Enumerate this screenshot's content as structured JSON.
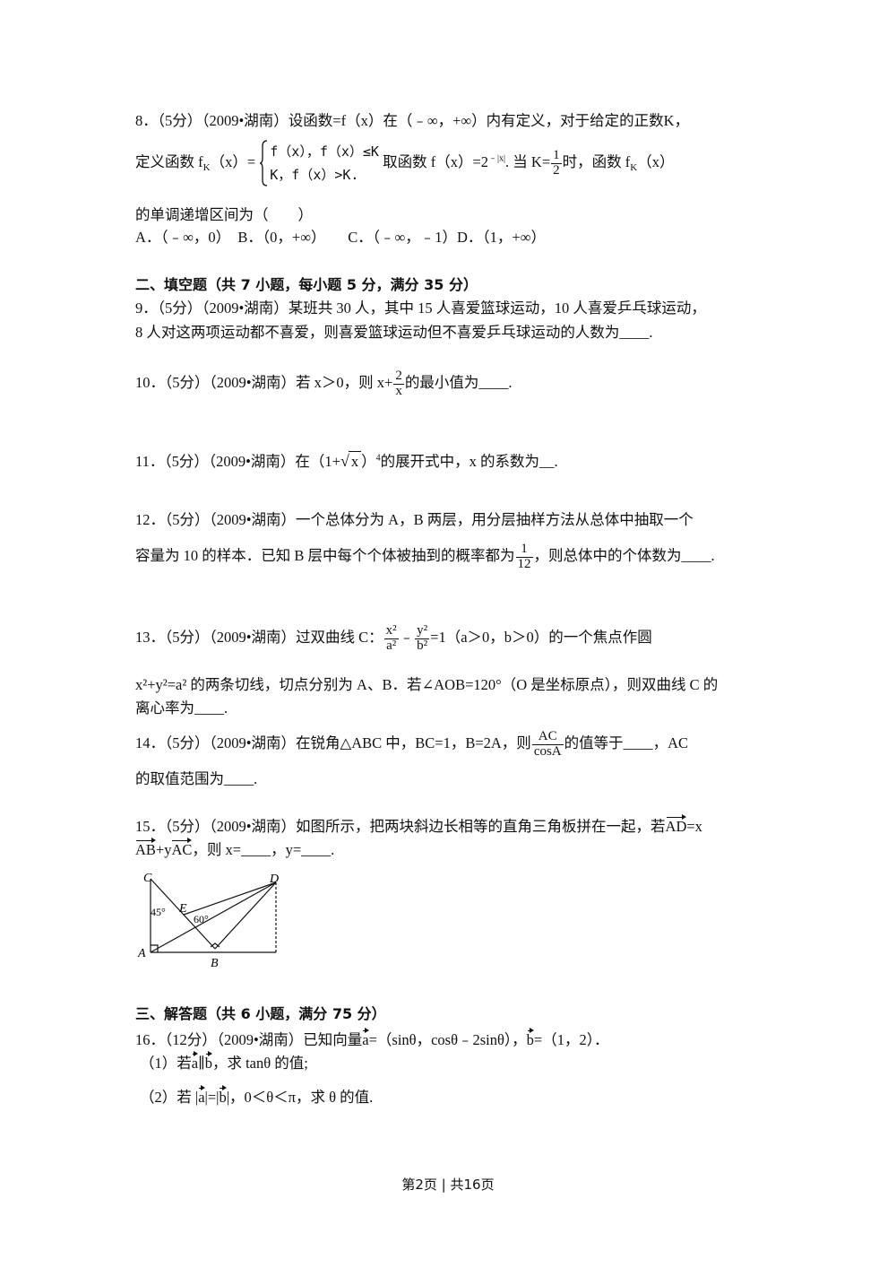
{
  "q8": {
    "line1": "8．（5分）（2009•湖南）设函数=f（x）在（﹣∞，+∞）内有定义，对于给定的正数K，",
    "line2_pre": "定义函数 f",
    "line2_sub": "K",
    "line2_post": "（x）=",
    "case1": "f（x），f（x）≤K",
    "case2": "K，f（x）>K.",
    "line2_after": "取函数 f（x）=2",
    "exp": "﹣|x|",
    "line2_tail1": ". 当 K=",
    "frac_num": "1",
    "frac_den": "2",
    "line2_tail2": "时，函数 f",
    "line2_tail_sub": "K",
    "line2_tail3": "（x）",
    "line3": "的单调递增区间为（　　）",
    "options": "A．（﹣∞，0）　B．（0，+∞）　　C．（﹣∞，﹣1）D．（1，+∞）"
  },
  "section2": "二、填空题（共 7 小题，每小题 5 分，满分 35 分）",
  "q9": {
    "line1": "9．（5分）（2009•湖南）某班共 30 人，其中 15 人喜爱篮球运动，10 人喜爱乒乓球运动，",
    "line2": "8 人对这两项运动都不喜爱，则喜爱篮球运动但不喜爱乒乓球运动的人数为____."
  },
  "q10": {
    "pre": "10．（5分）（2009•湖南）若 x＞0，则 x+",
    "num": "2",
    "den": "x",
    "post": "的最小值为____."
  },
  "q11": {
    "pre": "11．（5分）（2009•湖南）在（1+",
    "rad": "x",
    "mid": "）",
    "exp": "4",
    "post": "的展开式中，x 的系数为__."
  },
  "q12": {
    "line1": "12．（5分）（2009•湖南）一个总体分为 A，B 两层，用分层抽样方法从总体中抽取一个",
    "line2_pre": "容量为 10 的样本．已知 B 层中每个个体被抽到的概率都为",
    "num": "1",
    "den": "12",
    "line2_post": "，则总体中的个体数为____."
  },
  "q13": {
    "pre": "13．（5分）（2009•湖南）过双曲线 C：",
    "f1_num": "x²",
    "f1_den": "a²",
    "minus": "﹣",
    "f2_num": "y²",
    "f2_den": "b²",
    "post": "=1（a＞0，b＞0）的一个焦点作圆",
    "line2": "x²+y²=a² 的两条切线，切点分别为 A、B．若∠AOB=120°（O 是坐标原点），则双曲线 C 的",
    "line3": "离心率为____."
  },
  "q14": {
    "pre": "14．（5分）（2009•湖南）在锐角△ABC 中，BC=1，B=2A，则",
    "num": "AC",
    "den": "cosA",
    "post": "的值等于____，AC",
    "line2": "的取值范围为____."
  },
  "q15": {
    "pre": "15．（5分）（2009•湖南）如图所示，把两块斜边长相等的直角三角板拼在一起，若",
    "vec_ad": "AD",
    "eq_x": "=x",
    "vec_ab": "AB",
    "plus_y": "+y",
    "vec_ac": "AC",
    "post": "，则 x=____，y=____.",
    "fig": {
      "C": "C",
      "D": "D",
      "E": "E",
      "A": "A",
      "B": "B",
      "a45": "45°",
      "a60": "60°"
    }
  },
  "section3": "三、解答题（共 6 小题，满分 75 分）",
  "q16": {
    "pre": "16．（12分）（2009•湖南）已知向量",
    "va": "a",
    "mid": "=（sinθ，cosθ﹣2sinθ），",
    "vb": "b",
    "post": "=（1，2）．",
    "p1_pre": "（1）若",
    "p1_a": "a",
    "p1_par": "∥",
    "p1_b": "b",
    "p1_post": "，求 tanθ 的值;",
    "p2_pre": "（2）若 |",
    "p2_a": "a",
    "p2_mid": "|=|",
    "p2_b": "b",
    "p2_post": "|，0＜θ＜π，求 θ 的值."
  },
  "footer": "第2页 | 共16页"
}
